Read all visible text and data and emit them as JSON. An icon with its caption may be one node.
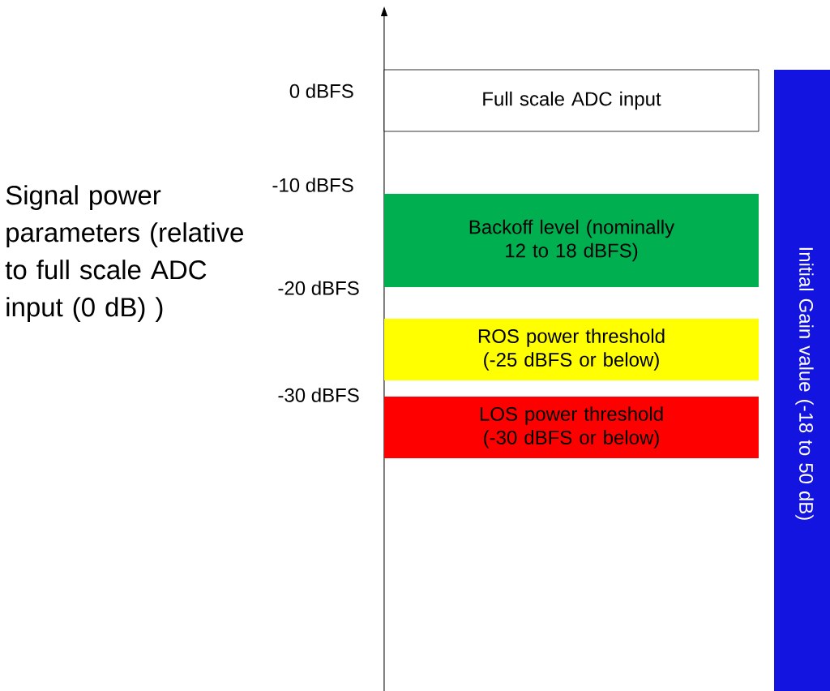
{
  "diagram": {
    "nodes": [
      {
        "text": [
          "Full scale ADC input"
        ]
      },
      {
        "text": [
          "Backoff level (nominally 12 to 18 dBFS)"
        ]
      },
      {
        "text": [
          "ROS power threshold (-25 dBFS or below)"
        ]
      },
      {
        "text": [
          "LOS power threshold (-30 dBFS or below)"
        ]
      },
      {
        "text": [
          "Initial Gain value (-18 to 50 dB)"
        ]
      }
    ],
    "labels": [
      "0 dBFS",
      "-10 dBFS",
      "-20 dBFS",
      "-30 dBFS",
      "Signal power parameters (relative to full scale ADC input (0 dB) )"
    ]
  }
}
